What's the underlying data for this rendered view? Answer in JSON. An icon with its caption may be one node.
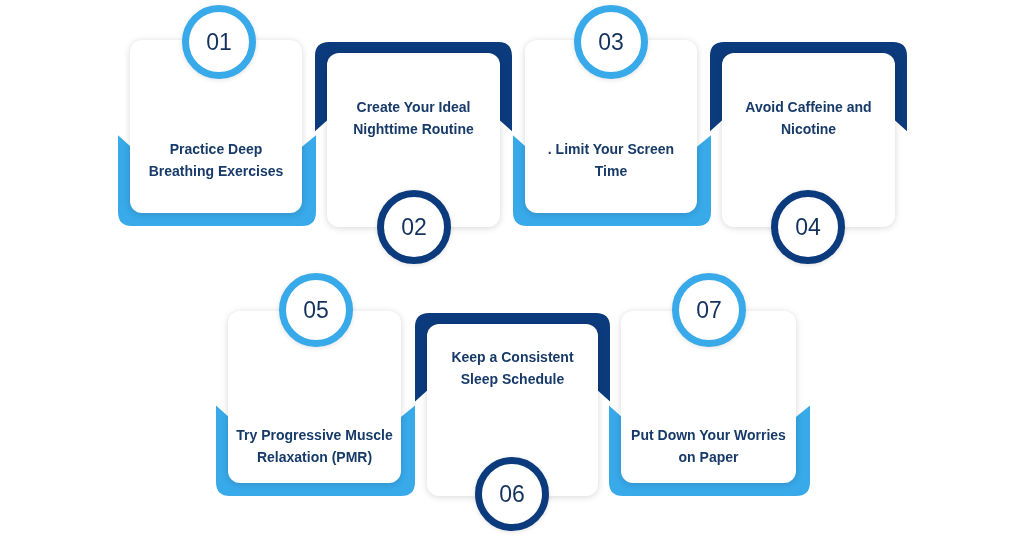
{
  "diagram": {
    "nodes": [
      {
        "text": [
          "01"
        ]
      },
      {
        "text": [
          "Practice Deep Breathing Exercises"
        ]
      },
      {
        "text": [
          "Create Your Ideal Nighttime Routine"
        ]
      },
      {
        "text": [
          "02"
        ]
      },
      {
        "text": [
          "03"
        ]
      },
      {
        "text": [
          ". Limit Your Screen Time"
        ]
      },
      {
        "text": [
          "Avoid Caffeine and Nicotine"
        ]
      },
      {
        "text": [
          "04"
        ]
      },
      {
        "text": [
          "05"
        ]
      },
      {
        "text": [
          "Try Progressive Muscle Relaxation (PMR)"
        ]
      },
      {
        "text": [
          "Keep a Consistent Sleep Schedule"
        ]
      },
      {
        "text": [
          "06"
        ]
      },
      {
        "text": [
          "07"
        ]
      },
      {
        "text": [
          "Put Down Your Worries on Paper"
        ]
      }
    ]
  }
}
